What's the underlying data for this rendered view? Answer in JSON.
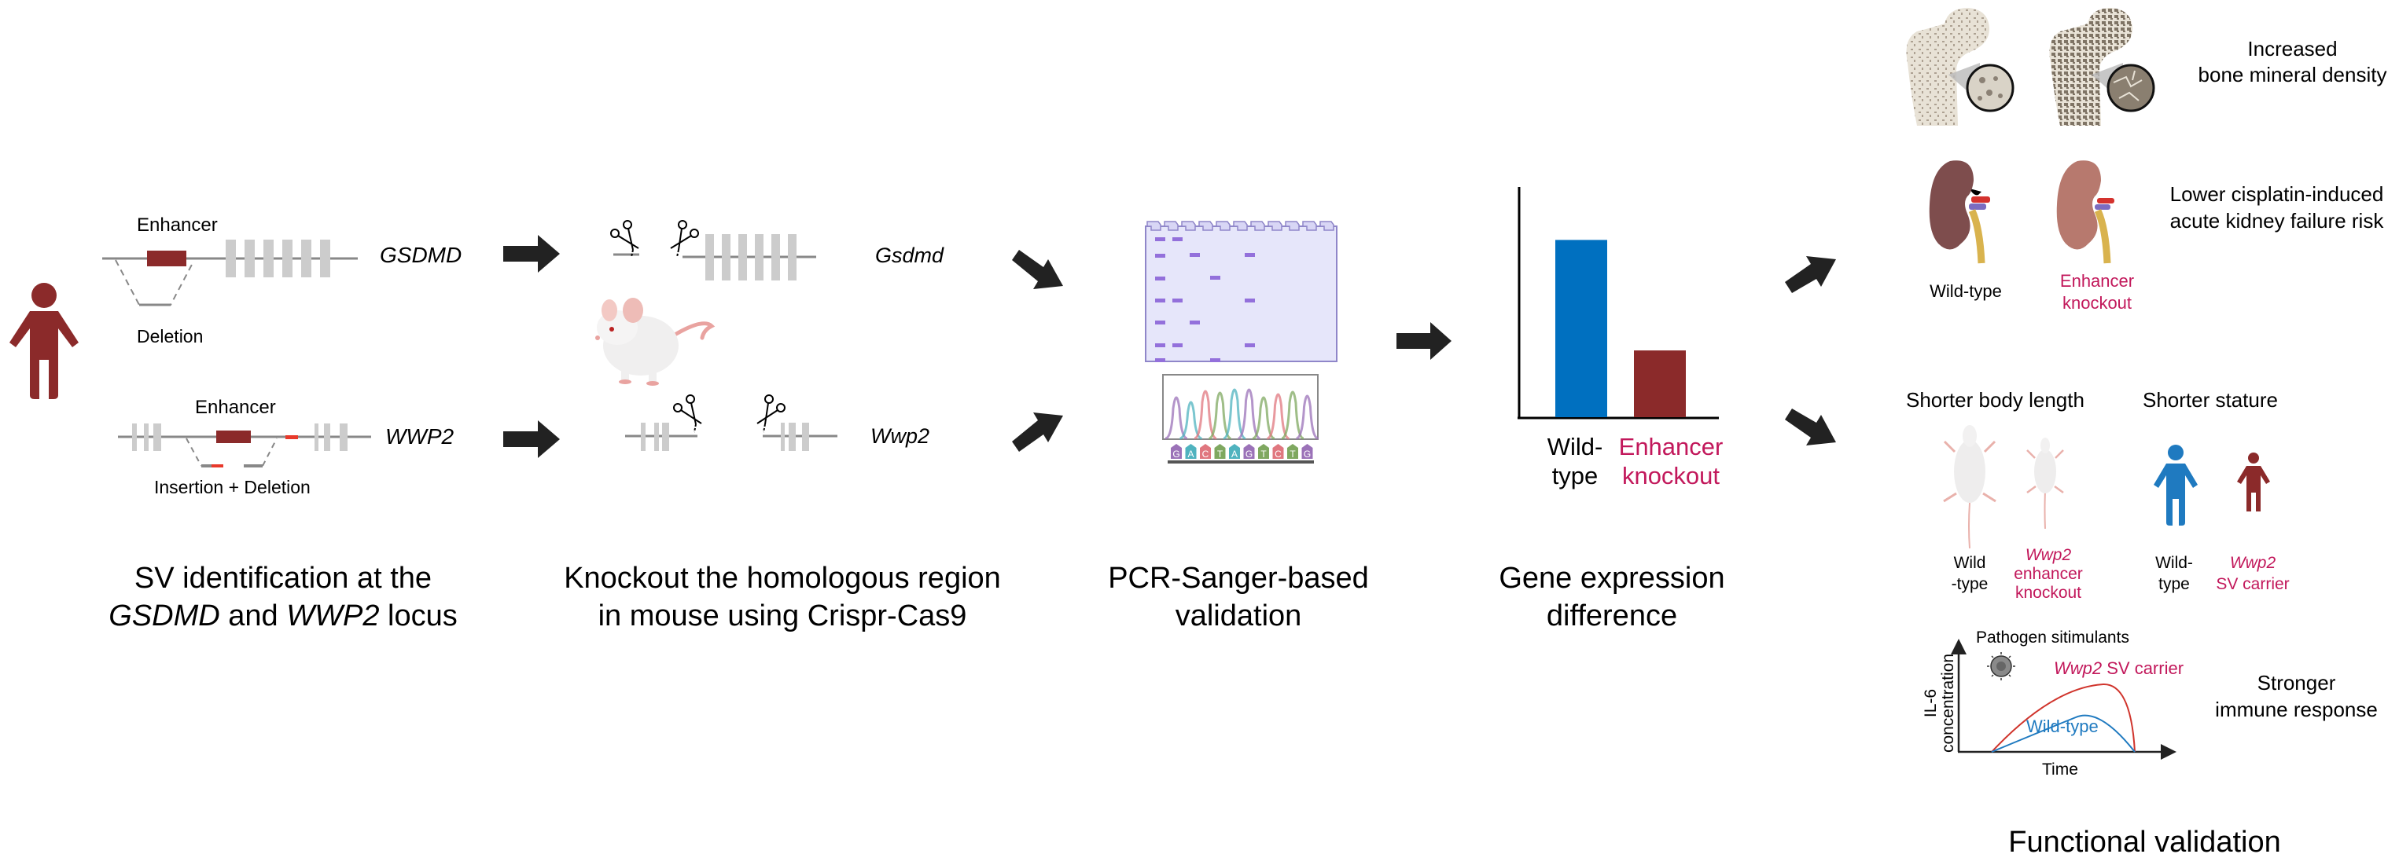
{
  "colors": {
    "dark_red": "#8b2a2a",
    "blue": "#0070c0",
    "magenta_text": "#c2185b",
    "exon_grey": "#cccccc",
    "line_grey": "#888888",
    "insertion_red": "#e8392b",
    "gel_fill": "#e6e6fa",
    "gel_band": "#9370db",
    "arrow": "#222222",
    "curve_red": "#d0342c",
    "curve_blue": "#1f7ac0"
  },
  "step1": {
    "gsdmd": {
      "enhancer_label": "Enhancer",
      "gene_label": "GSDMD",
      "sv_label": "Deletion"
    },
    "wwp2": {
      "enhancer_label": "Enhancer",
      "gene_label": "WWP2",
      "sv_label": "Insertion + Deletion"
    },
    "caption": {
      "line1": "SV identification at the",
      "gene1": "GSDMD",
      "and": " and ",
      "gene2": "WWP2",
      "locus": " locus"
    }
  },
  "step2": {
    "gsdmd_label": "Gsdmd",
    "wwp2_label": "Wwp2",
    "caption": {
      "line1": "Knockout the homologous region",
      "line2": "in mouse using Crispr-Cas9"
    }
  },
  "step3": {
    "sequence": [
      "G",
      "A",
      "C",
      "T",
      "A",
      "G",
      "T",
      "C",
      "T",
      "G"
    ],
    "caption": {
      "line1": "PCR-Sanger-based",
      "line2": "validation"
    }
  },
  "step4": {
    "caption": {
      "line1": "Gene expression",
      "line2": "difference"
    }
  },
  "chart_data": {
    "type": "bar",
    "title": "",
    "categories": [
      "Wild-type",
      "Enhancer knockout"
    ],
    "category_labels": [
      [
        "Wild-",
        "type"
      ],
      [
        "Enhancer",
        "knockout"
      ]
    ],
    "values": [
      0.77,
      0.29
    ],
    "colors": [
      "#0070c0",
      "#8b2a2a"
    ],
    "xlabel": "",
    "ylabel": "",
    "ylim": [
      0,
      1
    ],
    "grid": false,
    "legend": "none"
  },
  "step5": {
    "bone": {
      "title_line1": "Increased",
      "title_line2": "bone mineral density"
    },
    "kidney": {
      "title_line1": "Lower cisplatin-induced",
      "title_line2": "acute kidney failure risk",
      "wt_label": "Wild-type",
      "ko_label_line1": "Enhancer",
      "ko_label_line2": "knockout"
    },
    "body_length": {
      "title": "Shorter body length",
      "wt_line1": "Wild",
      "wt_line2": "-type",
      "ko_line1": "Wwp2",
      "ko_line2": "enhancer",
      "ko_line3": "knockout"
    },
    "stature": {
      "title": "Shorter stature",
      "wt_line1": "Wild-",
      "wt_line2": "type",
      "carrier_line1": "Wwp2",
      "carrier_line2": "SV carrier"
    },
    "immune": {
      "pathogen_label": "Pathogen sitimulants",
      "ylabel_line1": "IL-6",
      "ylabel_line2": "concentration",
      "xlabel": "Time",
      "carrier_gene": "Wwp2",
      "carrier_rest": " SV carrier",
      "wt_label": "Wild-type",
      "title_line1": "Stronger",
      "title_line2": "immune response"
    },
    "caption": "Functional validation"
  }
}
